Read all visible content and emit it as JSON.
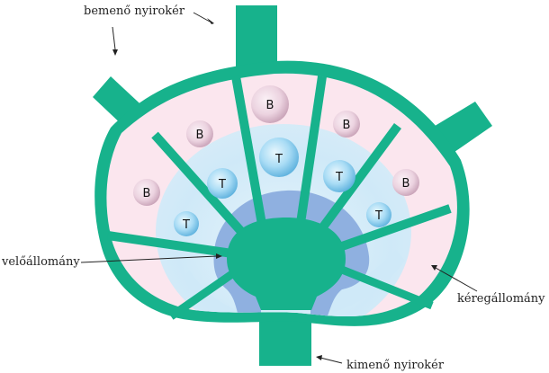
{
  "labels": {
    "afferent": "bemenő nyirokér",
    "medulla": "velőállomány",
    "cortex": "kéregállomány",
    "efferent": "kimenő nyirokér"
  },
  "cells": {
    "b_label": "B",
    "t_label": "T"
  },
  "colors": {
    "capsule": "#17b28c",
    "cortex_fill": "#fbe6ee",
    "paracortex": "#cfe9f8",
    "medulla_fill": "#8fb0e0",
    "b_cell": "#e9c8d8",
    "t_cell": "#9fd6f2"
  }
}
